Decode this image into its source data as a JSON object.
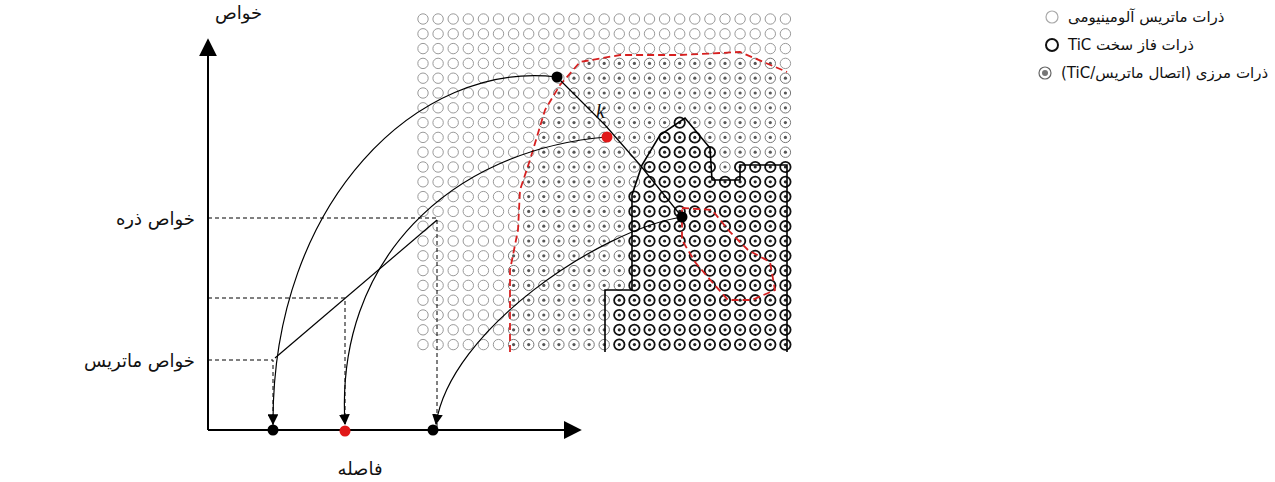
{
  "diagram": {
    "labels": [
      "خواص",
      "خواص ذره",
      "خواص ماتریس",
      "فاصله",
      "k"
    ],
    "legend": [
      {
        "text": "ذرات ماتریس آلومینیومی"
      },
      {
        "text": "ذرات فاز سخت TiC"
      },
      {
        "text": "ذرات مرزی (اتصال ماتریس/TiC)"
      }
    ]
  }
}
